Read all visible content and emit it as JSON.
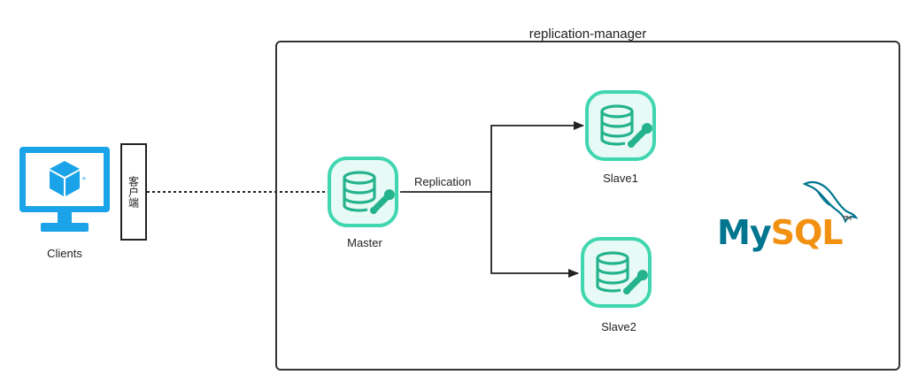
{
  "group": {
    "title": "replication-manager"
  },
  "client": {
    "label": "Clients",
    "tag": "客户端"
  },
  "master": {
    "label": "Master"
  },
  "slave1": {
    "label": "Slave1"
  },
  "slave2": {
    "label": "Slave2"
  },
  "edge": {
    "label": "Replication"
  },
  "logo": {
    "my": "My",
    "sql": "SQL",
    "tm": "TM"
  },
  "colors": {
    "db_border": "#3fd6b0",
    "db_fill": "#e8faf5",
    "db_icon": "#24b38d",
    "client_blue": "#1aa3e8",
    "line": "#222222"
  }
}
